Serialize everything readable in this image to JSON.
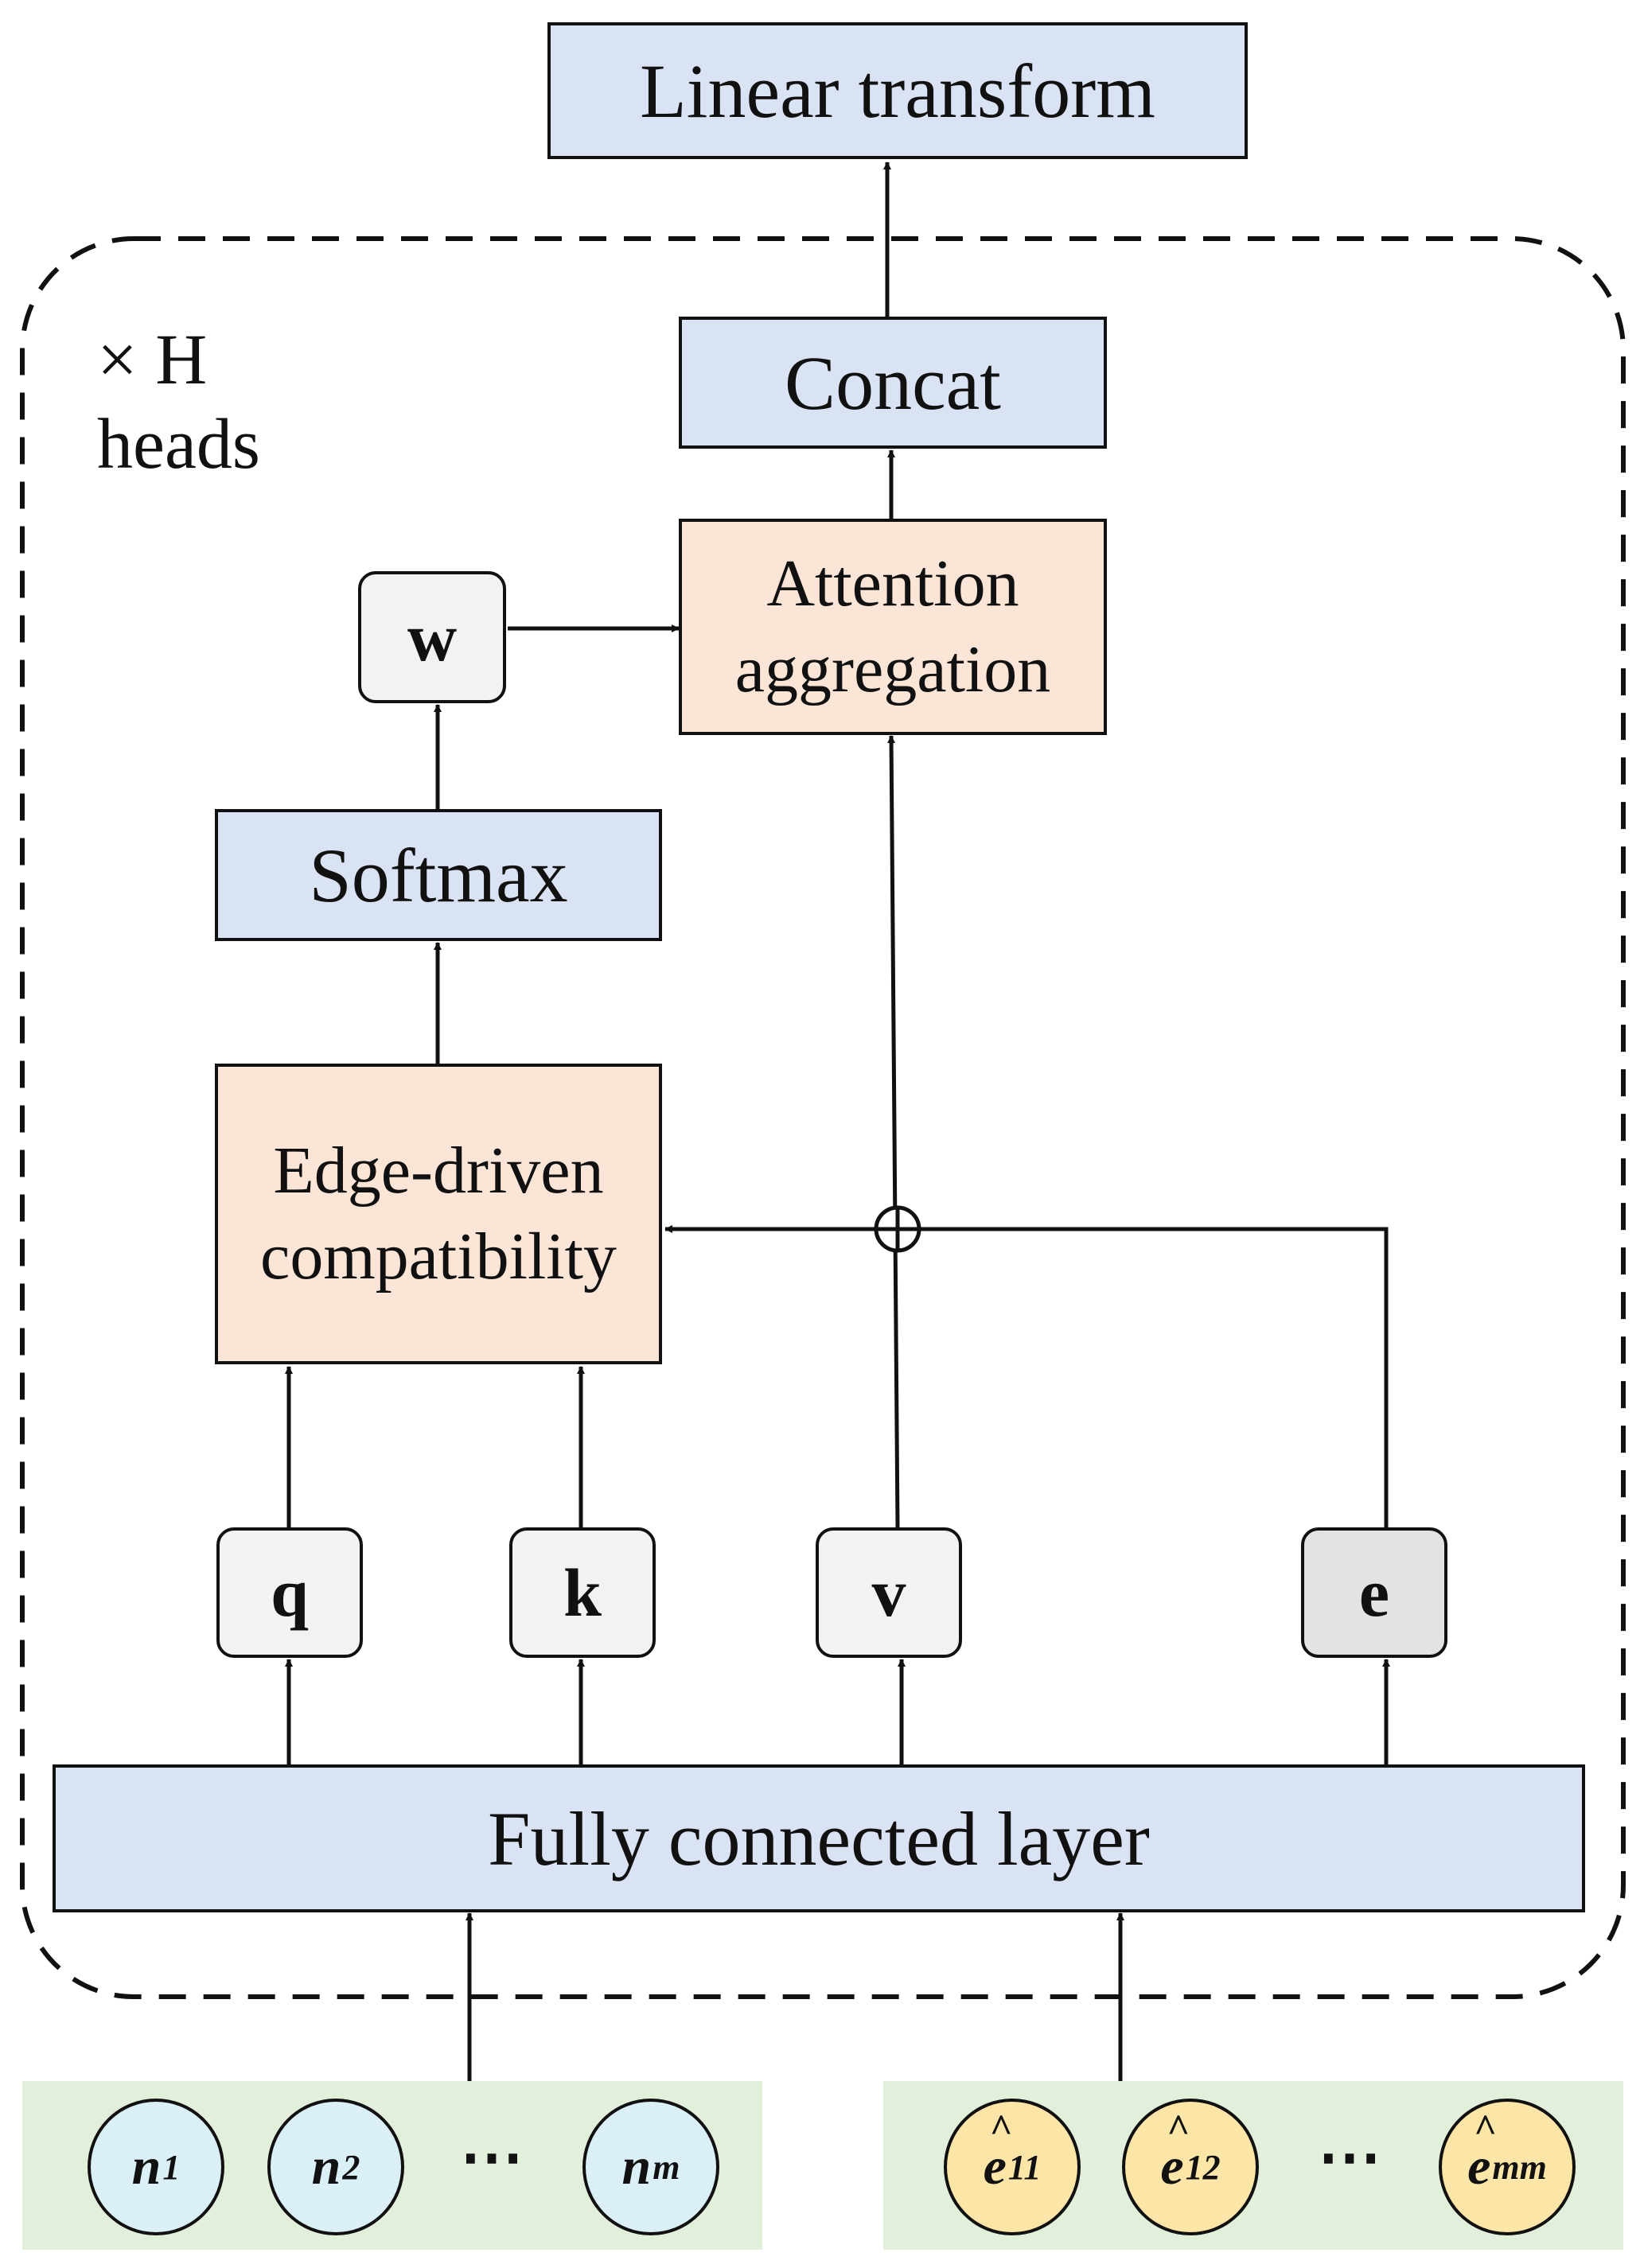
{
  "diagram": {
    "linear_transform": "Linear transform",
    "repeat_label": "× H",
    "repeat_unit": "heads",
    "concat": "Concat",
    "attention_line1": "Attention",
    "attention_line2": "aggregation",
    "weight": "w",
    "softmax": "Softmax",
    "compat_line1": "Edge-driven",
    "compat_line2": "compatibility",
    "query": "q",
    "key": "k",
    "value": "v",
    "edge": "e",
    "fully_connected": "Fully connected layer",
    "node_inputs": [
      {
        "symbol": "n",
        "sub": "1"
      },
      {
        "symbol": "n",
        "sub": "2"
      },
      {
        "symbol": "n",
        "sub": "m"
      }
    ],
    "edge_inputs": [
      {
        "symbol": "e",
        "sub": "11"
      },
      {
        "symbol": "e",
        "sub": "12"
      },
      {
        "symbol": "e",
        "sub": "mm"
      }
    ],
    "ellipsis": "⋯",
    "colors": {
      "blue_box": "#dae3f3",
      "peach_box": "#fbe5d6",
      "variable_box": "#f2f2f2",
      "input_panel": "#e2efda",
      "node_circle": "#dbeff7",
      "edge_circle": "#fbe6a7"
    }
  }
}
